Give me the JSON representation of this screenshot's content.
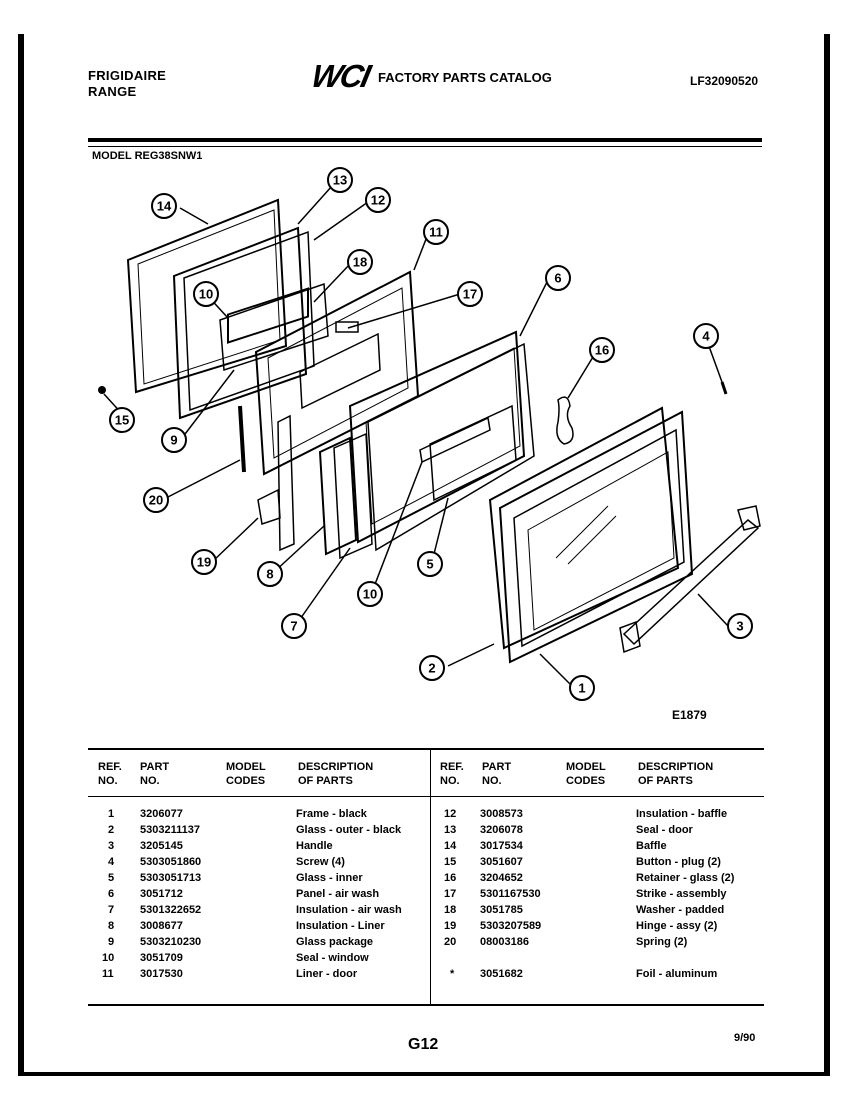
{
  "header": {
    "brand": "FRIGIDAIRE",
    "product": "RANGE",
    "logo": "WCI",
    "catalog_title": "FACTORY PARTS CATALOG",
    "catalog_number": "LF32090520",
    "model": "MODEL REG38SNW1"
  },
  "diagram": {
    "figure_label": "E1879",
    "callouts": [
      "14",
      "13",
      "12",
      "11",
      "18",
      "17",
      "6",
      "10",
      "4",
      "16",
      "15",
      "9",
      "20",
      "19",
      "8",
      "7",
      "10",
      "5",
      "3",
      "2",
      "1"
    ]
  },
  "table": {
    "headers": {
      "ref": [
        "REF.",
        "NO."
      ],
      "part": [
        "PART",
        "NO."
      ],
      "model": [
        "MODEL",
        "CODES"
      ],
      "desc": [
        "DESCRIPTION",
        "OF PARTS"
      ]
    },
    "left_rows": [
      {
        "ref": "1",
        "part": "3206077",
        "desc": "Frame - black"
      },
      {
        "ref": "2",
        "part": "5303211137",
        "desc": "Glass - outer - black"
      },
      {
        "ref": "3",
        "part": "3205145",
        "desc": "Handle"
      },
      {
        "ref": "4",
        "part": "5303051860",
        "desc": "Screw (4)"
      },
      {
        "ref": "5",
        "part": "5303051713",
        "desc": "Glass - inner"
      },
      {
        "ref": "6",
        "part": "3051712",
        "desc": "Panel - air wash"
      },
      {
        "ref": "7",
        "part": "5301322652",
        "desc": "Insulation - air wash"
      },
      {
        "ref": "8",
        "part": "3008677",
        "desc": "Insulation - Liner"
      },
      {
        "ref": "9",
        "part": "5303210230",
        "desc": "Glass package"
      },
      {
        "ref": "10",
        "part": "3051709",
        "desc": "Seal - window"
      },
      {
        "ref": "11",
        "part": "3017530",
        "desc": "Liner - door"
      }
    ],
    "right_rows": [
      {
        "ref": "12",
        "part": "3008573",
        "desc": "Insulation - baffle"
      },
      {
        "ref": "13",
        "part": "3206078",
        "desc": "Seal - door"
      },
      {
        "ref": "14",
        "part": "3017534",
        "desc": "Baffle"
      },
      {
        "ref": "15",
        "part": "3051607",
        "desc": "Button - plug (2)"
      },
      {
        "ref": "16",
        "part": "3204652",
        "desc": "Retainer - glass (2)"
      },
      {
        "ref": "17",
        "part": "5301167530",
        "desc": "Strike - assembly"
      },
      {
        "ref": "18",
        "part": "3051785",
        "desc": "Washer - padded"
      },
      {
        "ref": "19",
        "part": "5303207589",
        "desc": "Hinge - assy (2)"
      },
      {
        "ref": "20",
        "part": "08003186",
        "desc": "Spring (2)"
      },
      {
        "ref": "*",
        "part": "3051682",
        "desc": "Foil - aluminum"
      }
    ]
  },
  "footer": {
    "page": "G12",
    "date": "9/90"
  }
}
